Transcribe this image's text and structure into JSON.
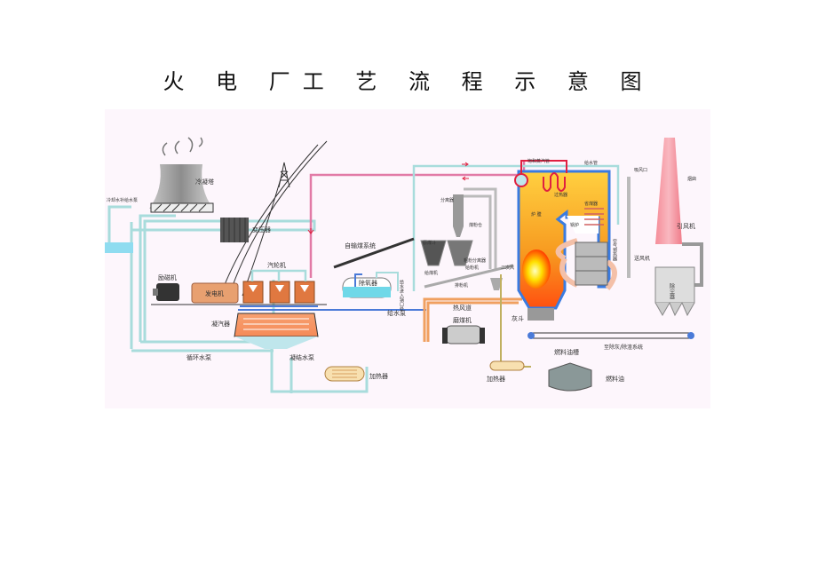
{
  "title": "火 电 厂工 艺 流 程 示 意 图",
  "diagram": {
    "labels": {
      "cooling_tower": "冷凝塔",
      "makeup_pump": "冷却水补给水泵",
      "transformer": "变压器",
      "exciter": "励磁机",
      "generator": "发电机",
      "turbine": "汽轮机",
      "condenser": "凝汽器",
      "circ_pump": "循环水泵",
      "condensate_pump": "凝结水泵",
      "lp_heater": "加热器",
      "deaerator": "除氧器",
      "feedwater_inlet": "给水进入锅口处",
      "feed_pump": "给水泵",
      "coal_conveyor": "自输煤系统",
      "coal_hopper": "原煤斗",
      "coal_feeder": "给煤机",
      "separator": "分离器",
      "pulverized_bin": "煤粉仓",
      "fine_separator": "粗粉分离器",
      "powder_feeder": "给粉机",
      "exhauster": "排粉机",
      "secondary_air": "二次风",
      "hot_air_duct": "热风道",
      "mill": "磨煤机",
      "ash_hopper": "灰斗",
      "saturated_steam": "饱和蒸汽管",
      "feed_pipe": "给水管",
      "superheater": "过热器",
      "economizer": "省煤器",
      "furnace": "炉 膛",
      "boiler": "锅炉",
      "air_preheater": "空气预热器",
      "air_inlet": "吸风口",
      "chimney": "烟囱",
      "id_fan": "引风机",
      "fd_fan": "送风机",
      "precipitator": "除尘器",
      "ash_system": "至除灰/除渣系统",
      "oil_tank": "燃料油槽",
      "oil_heater": "加热器",
      "fuel_oil": "燃料油"
    },
    "colors": {
      "background": "#fdf6fc",
      "water_pipe": "#a8dcdc",
      "steam_pipe": "#e27aa6",
      "hot_air": "#f0a060",
      "boiler_frame": "#3a7be0",
      "furnace_fill": "#f5a020",
      "flame": "#ff3300",
      "chimney": "#f4a0a8",
      "gray_equipment": "#9a9a9a"
    }
  }
}
